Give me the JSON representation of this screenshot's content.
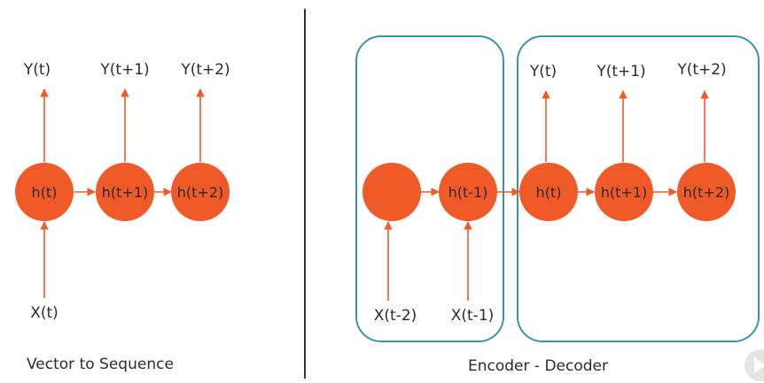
{
  "diagrams": {
    "vector_to_sequence": {
      "caption": "Vector to Sequence",
      "nodes": [
        {
          "label": "h(t)"
        },
        {
          "label": "h(t+1)"
        },
        {
          "label": "h(t+2)"
        }
      ],
      "outputs": [
        "Y(t)",
        "Y(t+1)",
        "Y(t+2)"
      ],
      "input": "X(t)"
    },
    "encoder_decoder": {
      "caption": "Encoder - Decoder",
      "encoder_nodes": [
        {
          "label": ""
        },
        {
          "label": "h(t-1)"
        }
      ],
      "encoder_inputs": [
        "X(t-2)",
        "X(t-1)"
      ],
      "decoder_nodes": [
        {
          "label": "h(t)"
        },
        {
          "label": "h(t+1)"
        },
        {
          "label": "h(t+2)"
        }
      ],
      "decoder_outputs": [
        "Y(t)",
        "Y(t+1)",
        "Y(t+2)"
      ]
    }
  },
  "colors": {
    "node": "#f05a28",
    "arrow": "#f05a28",
    "box": "#3a93a8",
    "divider": "#333333",
    "text": "#2b2b2b"
  },
  "icons": {
    "play_badge": "play-icon"
  }
}
